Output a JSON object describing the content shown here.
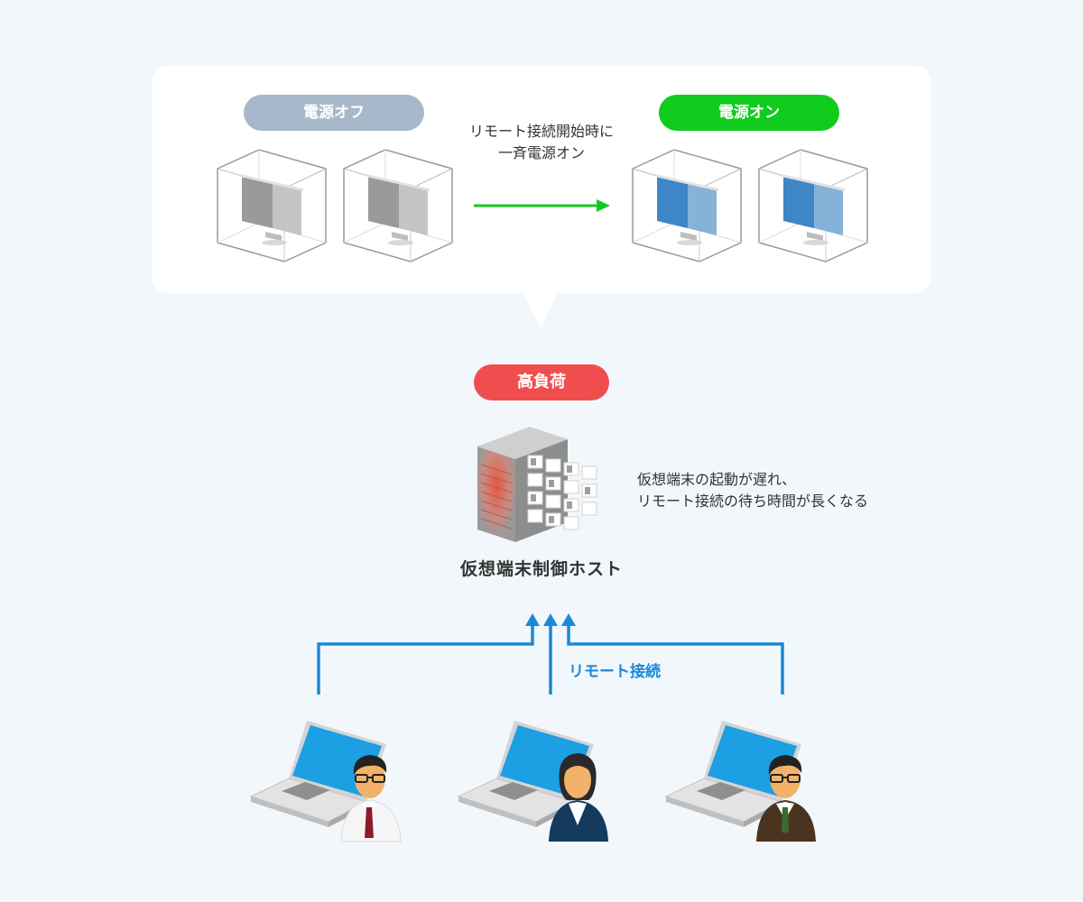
{
  "power_off": {
    "label": "電源オフ"
  },
  "power_on": {
    "label": "電源オン"
  },
  "transition_note": "リモート接続開始時に\n一斉電源オン",
  "load_badge": {
    "label": "高負荷"
  },
  "delay_note": "仮想端末の起動が遅れ、\nリモート接続の待ち時間が長くなる",
  "host": {
    "label": "仮想端末制御ホスト"
  },
  "connection": {
    "label": "リモート接続"
  },
  "colors": {
    "background": "#f2f7fb",
    "power_off": "#a8b8cb",
    "power_on": "#12cb1f",
    "high_load": "#f04e4e",
    "remote_link": "#1a8ad8"
  },
  "icons": {
    "terminal_off": "monitor-off-icon",
    "terminal_on": "monitor-on-icon",
    "server": "server-icon",
    "user_laptop": "laptop-user-icon"
  }
}
